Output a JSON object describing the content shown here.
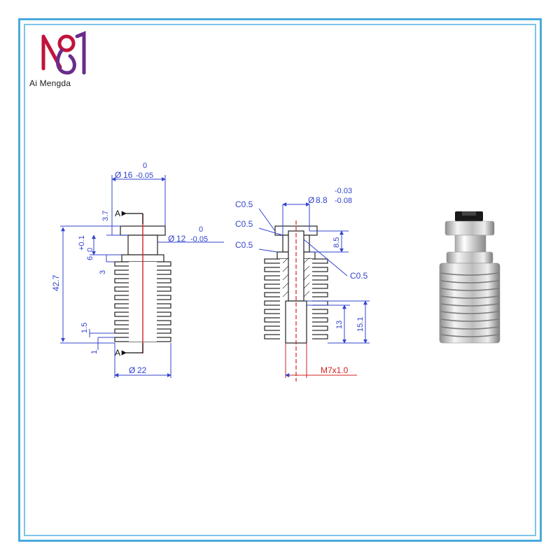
{
  "brand": {
    "name": "Ai Mengda",
    "logo_icon": "am-monogram-logo",
    "colors": {
      "primary": "#c0143c",
      "secondary": "#6a2c8c"
    }
  },
  "frame_color": "#4aa9db",
  "colors": {
    "dimension": "#3344cc",
    "centerline": "#d42020",
    "outline": "#222222"
  },
  "left_view": {
    "top_diameter": {
      "symbol": "Ø",
      "nominal": "16",
      "upper": "0",
      "lower": "-0.05"
    },
    "neck_diameter": {
      "symbol": "Ø",
      "nominal": "12",
      "upper": "0",
      "lower": "-0.05"
    },
    "overall_height": "42.7",
    "top_height": "3.7",
    "neck_tolerance": "+0.1",
    "neck_tolerance_base": "0",
    "neck_height": "6",
    "flange_height": "3",
    "fin_spacing": "1.5",
    "fin_thickness": "1",
    "base_diameter": {
      "symbol": "Ø",
      "nominal": "22"
    },
    "section_label_top": "A",
    "section_label_bottom": "A"
  },
  "section_view": {
    "chamfers": [
      "C0.5",
      "C0.5",
      "C0.5",
      "C0.5"
    ],
    "bore_diameter": {
      "symbol": "Ø",
      "nominal": "8.8",
      "upper": "-0.03",
      "lower": "-0.08"
    },
    "top_depth": "8.5",
    "thread_depth": "13",
    "thread_total": "15.1",
    "thread": "M7x1.0"
  },
  "photo": {
    "icon": "heatsink-photo"
  }
}
